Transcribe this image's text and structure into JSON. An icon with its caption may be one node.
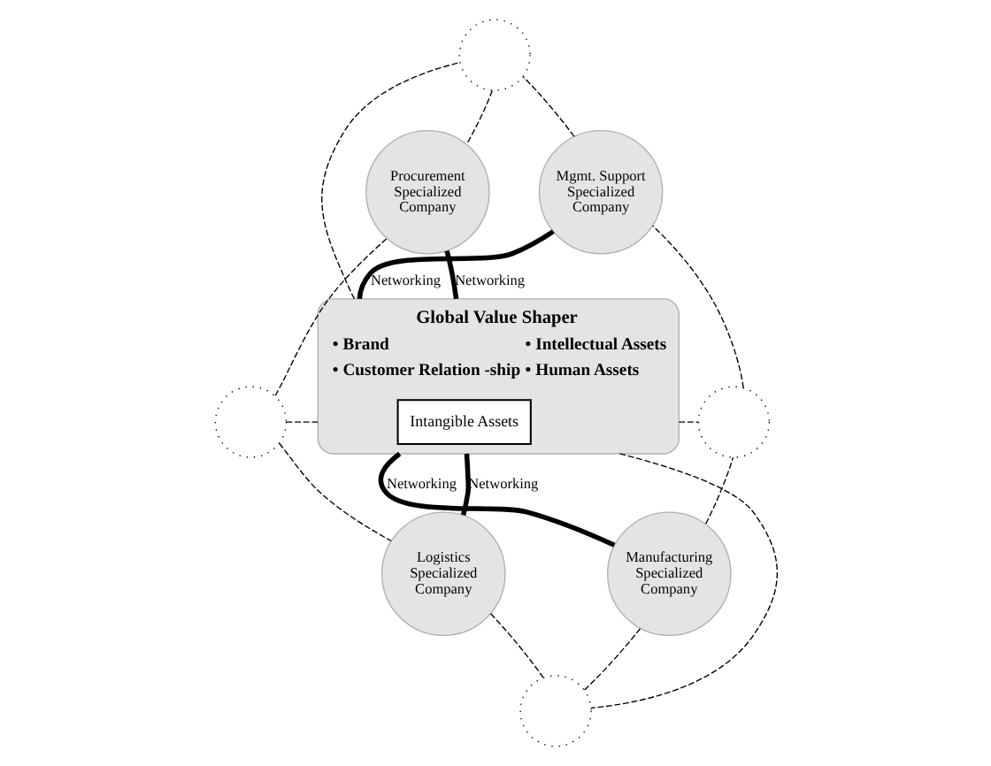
{
  "diagram": {
    "nodes": [
      {
        "text": [
          "Global Value Shaper",
          "• Brand",
          "• Customer Relation -ship",
          "• Intellectual Assets",
          "• Human Assets"
        ]
      },
      {
        "text": [
          "Intangible Assets"
        ],
        "in": 0
      },
      {
        "text": [],
        "shape": "circle"
      },
      {
        "text": [
          "Mgmt. Support Specialized Company"
        ]
      },
      {
        "text": [
          "Procurement Specialized Company"
        ]
      },
      {
        "text": [],
        "shape": "circle"
      },
      {
        "text": [],
        "shape": "circle"
      },
      {
        "text": [
          "Manufacturing Specialized Company"
        ]
      },
      {
        "text": [
          "Logistics Specialized Company"
        ]
      },
      {
        "text": [],
        "shape": "circle"
      }
    ],
    "edges": [
      {
        "from": 0,
        "to": 3,
        "arrow": "none",
        "label": "Networking",
        "style": "thick"
      },
      {
        "from": 0,
        "to": 4,
        "arrow": "none",
        "label": "Networking",
        "style": "thick"
      },
      {
        "from": 0,
        "to": 7,
        "arrow": "none",
        "label": "Networking",
        "style": "thick"
      },
      {
        "from": 0,
        "to": 8,
        "arrow": "none",
        "label": "Networking",
        "style": "thick"
      },
      {
        "from": 0,
        "to": 2,
        "arrow": "none",
        "style": "dashed"
      },
      {
        "from": 0,
        "to": 5,
        "arrow": "none",
        "style": "dashed"
      },
      {
        "from": 0,
        "to": 6,
        "arrow": "none",
        "style": "dashed"
      },
      {
        "from": 0,
        "to": 9,
        "arrow": "none",
        "style": "dashed"
      },
      {
        "from": 2,
        "to": 4,
        "arrow": "none",
        "style": "dashed"
      },
      {
        "from": 4,
        "to": 6,
        "arrow": "none",
        "style": "dashed"
      },
      {
        "from": 6,
        "to": 8,
        "arrow": "none",
        "style": "dashed"
      },
      {
        "from": 8,
        "to": 9,
        "arrow": "none",
        "style": "dashed"
      },
      {
        "from": 9,
        "to": 7,
        "arrow": "none",
        "style": "dashed"
      },
      {
        "from": 7,
        "to": 5,
        "arrow": "none",
        "style": "dashed"
      },
      {
        "from": 5,
        "to": 3,
        "arrow": "none",
        "style": "dashed"
      },
      {
        "from": 3,
        "to": 2,
        "arrow": "none",
        "style": "dashed"
      }
    ]
  }
}
